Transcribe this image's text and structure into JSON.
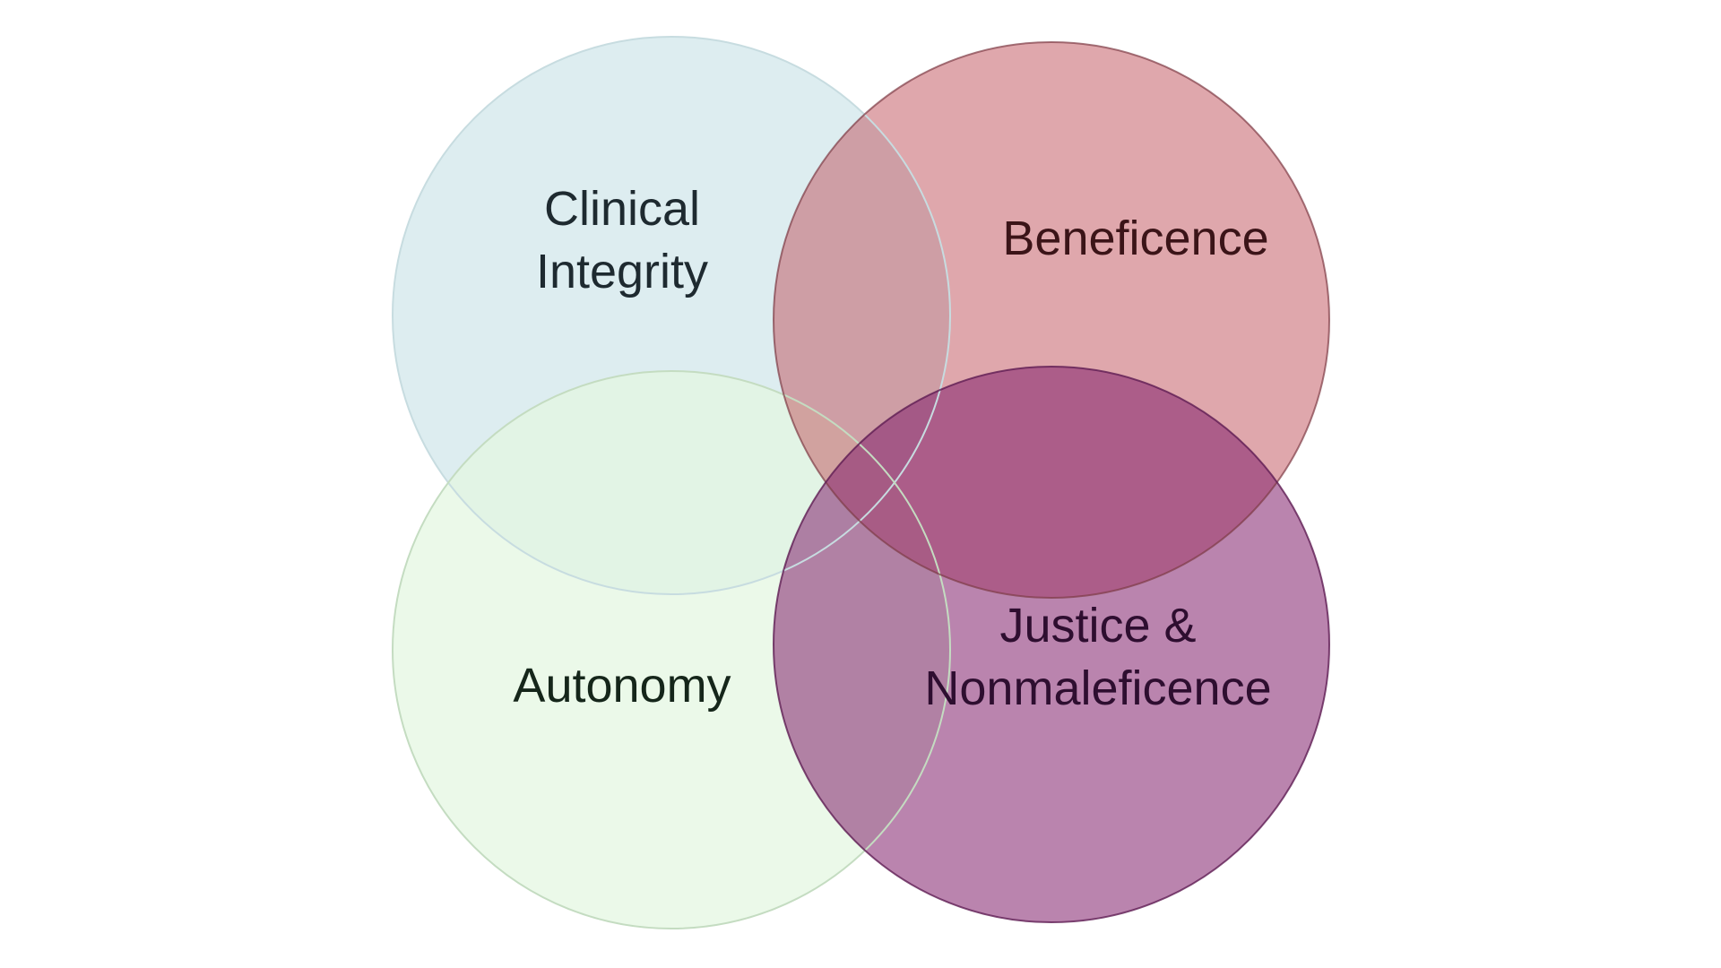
{
  "diagram": {
    "circles": [
      {
        "id": "clinical-integrity",
        "lines": [
          "Clinical",
          "Integrity"
        ],
        "fill": "#d3e8ec",
        "stroke": "#c7dce0"
      },
      {
        "id": "beneficence",
        "lines": [
          "Beneficence"
        ],
        "fill": "#c0505a",
        "stroke": "#7d3a44"
      },
      {
        "id": "autonomy",
        "lines": [
          "Autonomy"
        ],
        "fill": "#e3f6e0",
        "stroke": "#c4dcc1"
      },
      {
        "id": "justice-nonmaleficence",
        "lines": [
          "Justice &",
          "Nonmaleficence"
        ],
        "fill": "#84236f",
        "stroke": "#5e1b52"
      }
    ]
  }
}
